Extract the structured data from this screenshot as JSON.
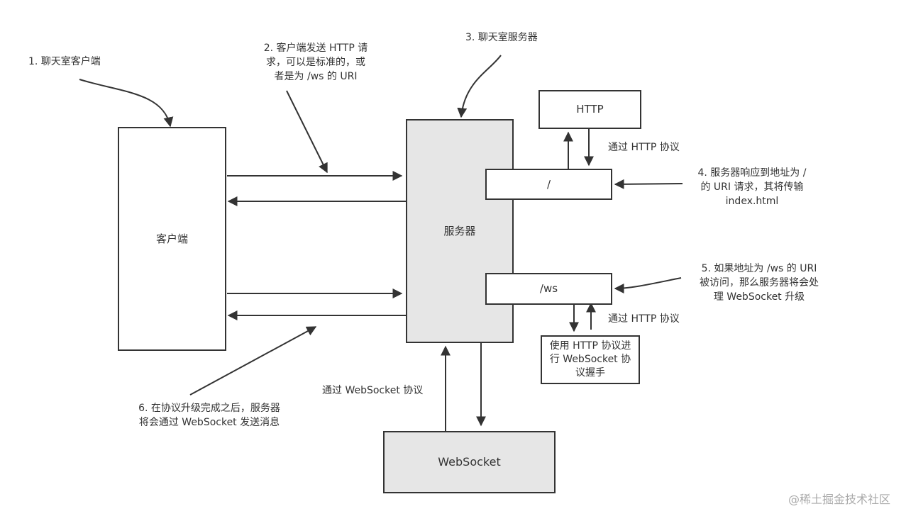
{
  "boxes": {
    "client": "客户端",
    "server": "服务器",
    "http": "HTTP",
    "root_path": "/",
    "ws_path": "/ws",
    "handshake": "使用 HTTP 协议进\n行 WebSocket 协\n议握手",
    "websocket": "WebSocket"
  },
  "notes": {
    "n1": "1. 聊天室客户端",
    "n2": "2. 客户端发送 HTTP 请\n求，可以是标准的，或\n者是为 /ws 的 URI",
    "n3": "3. 聊天室服务器",
    "n4": "4. 服务器响应到地址为 /\n的 URI 请求，其将传输\nindex.html",
    "n5": "5. 如果地址为 /ws 的 URI\n被访问，那么服务器将会处\n理 WebSocket 升级",
    "n6": "6. 在协议升级完成之后，服务器\n将会通过 WebSocket 发送消息",
    "via_http_1": "通过 HTTP 协议",
    "via_http_2": "通过 HTTP 协议",
    "via_ws": "通过 WebSocket 协议"
  },
  "watermark": "@稀土掘金技术社区",
  "colors": {
    "stroke": "#333333",
    "grey_fill": "#e6e6e6"
  }
}
